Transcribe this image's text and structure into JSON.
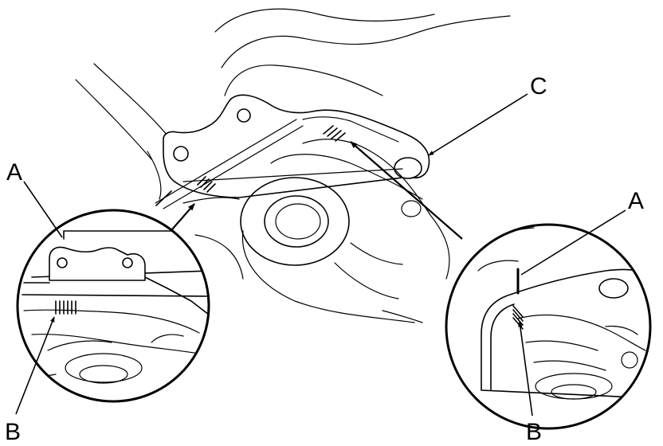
{
  "diagram": {
    "callouts": {
      "c": "C",
      "a_left": "A",
      "b_left": "B",
      "a_right": "A",
      "b_right": "B"
    },
    "colors": {
      "line": "#000000",
      "background": "#ffffff"
    }
  }
}
